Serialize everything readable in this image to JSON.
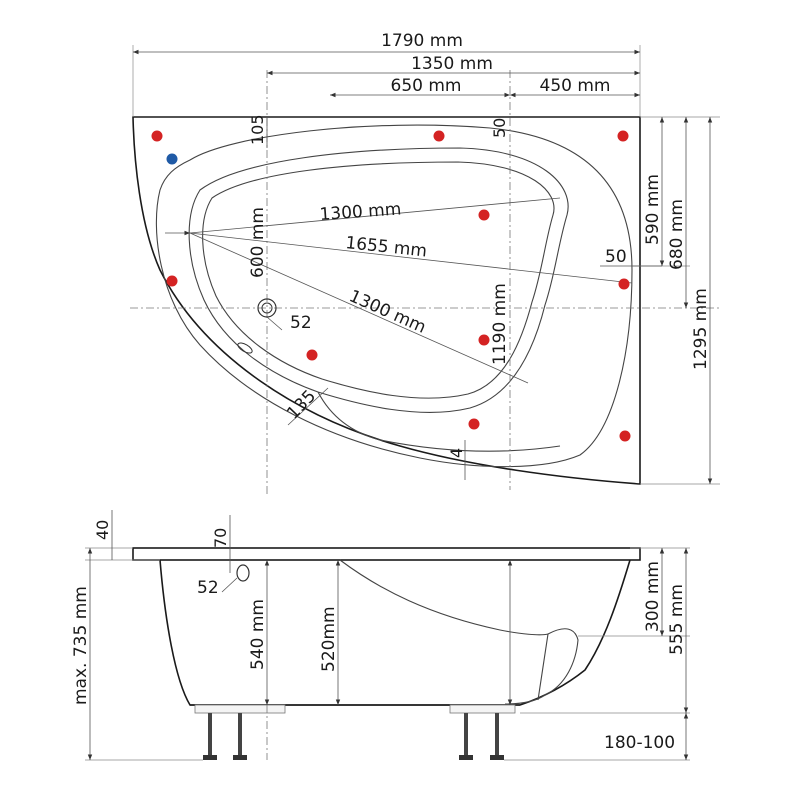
{
  "top_view": {
    "overall_width": "1790 mm",
    "inner_width": "1350 mm",
    "span_650": "650 mm",
    "span_450": "450 mm",
    "rim_top_105": "105",
    "rim_top_50": "50",
    "depth_600": "600 mm",
    "diag_1300_upper": "1300 mm",
    "diag_1655": "1655 mm",
    "diag_1300_lower": "1300 mm",
    "drain_52": "52",
    "depth_1190": "1190 mm",
    "rim_right_50": "50",
    "right_590": "590 mm",
    "right_680": "680 mm",
    "overall_depth": "1295 mm",
    "seat_135": "135",
    "rim_bottom_4": "4"
  },
  "side_view": {
    "rim_40": "40",
    "overflow_70": "70",
    "overflow_52": "52",
    "height_540": "540 mm",
    "depth_520": "520mm",
    "max_height": "max. 735 mm",
    "step_300": "300 mm",
    "height_555": "555 mm",
    "legs": "180-100"
  },
  "colors": {
    "jet_marker": "#d42323",
    "tap_marker": "#1f5aa6",
    "outline": "#1a1a1a"
  }
}
